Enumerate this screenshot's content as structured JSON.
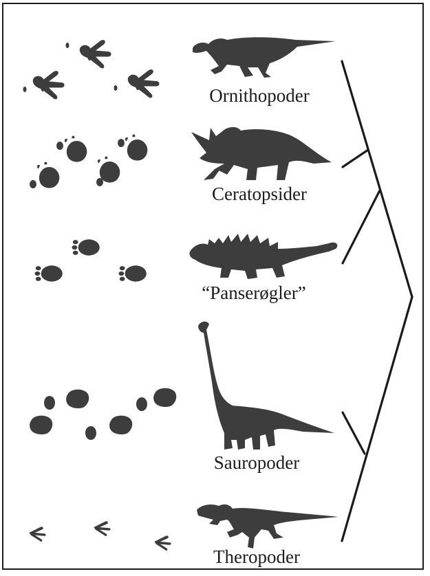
{
  "groups": [
    {
      "id": "ornithopods",
      "label": "Ornithopoder"
    },
    {
      "id": "ceratopsids",
      "label": "Ceratopsider"
    },
    {
      "id": "ankylosaurs",
      "label": "“Panserøgler”"
    },
    {
      "id": "sauropods",
      "label": "Sauropoder"
    },
    {
      "id": "theropods",
      "label": "Theropoder"
    }
  ],
  "colors": {
    "silhouette": "#3d3d3d",
    "tree": "#1a1a1a",
    "text": "#1c1c1c",
    "frame": "#1e1e1e"
  }
}
